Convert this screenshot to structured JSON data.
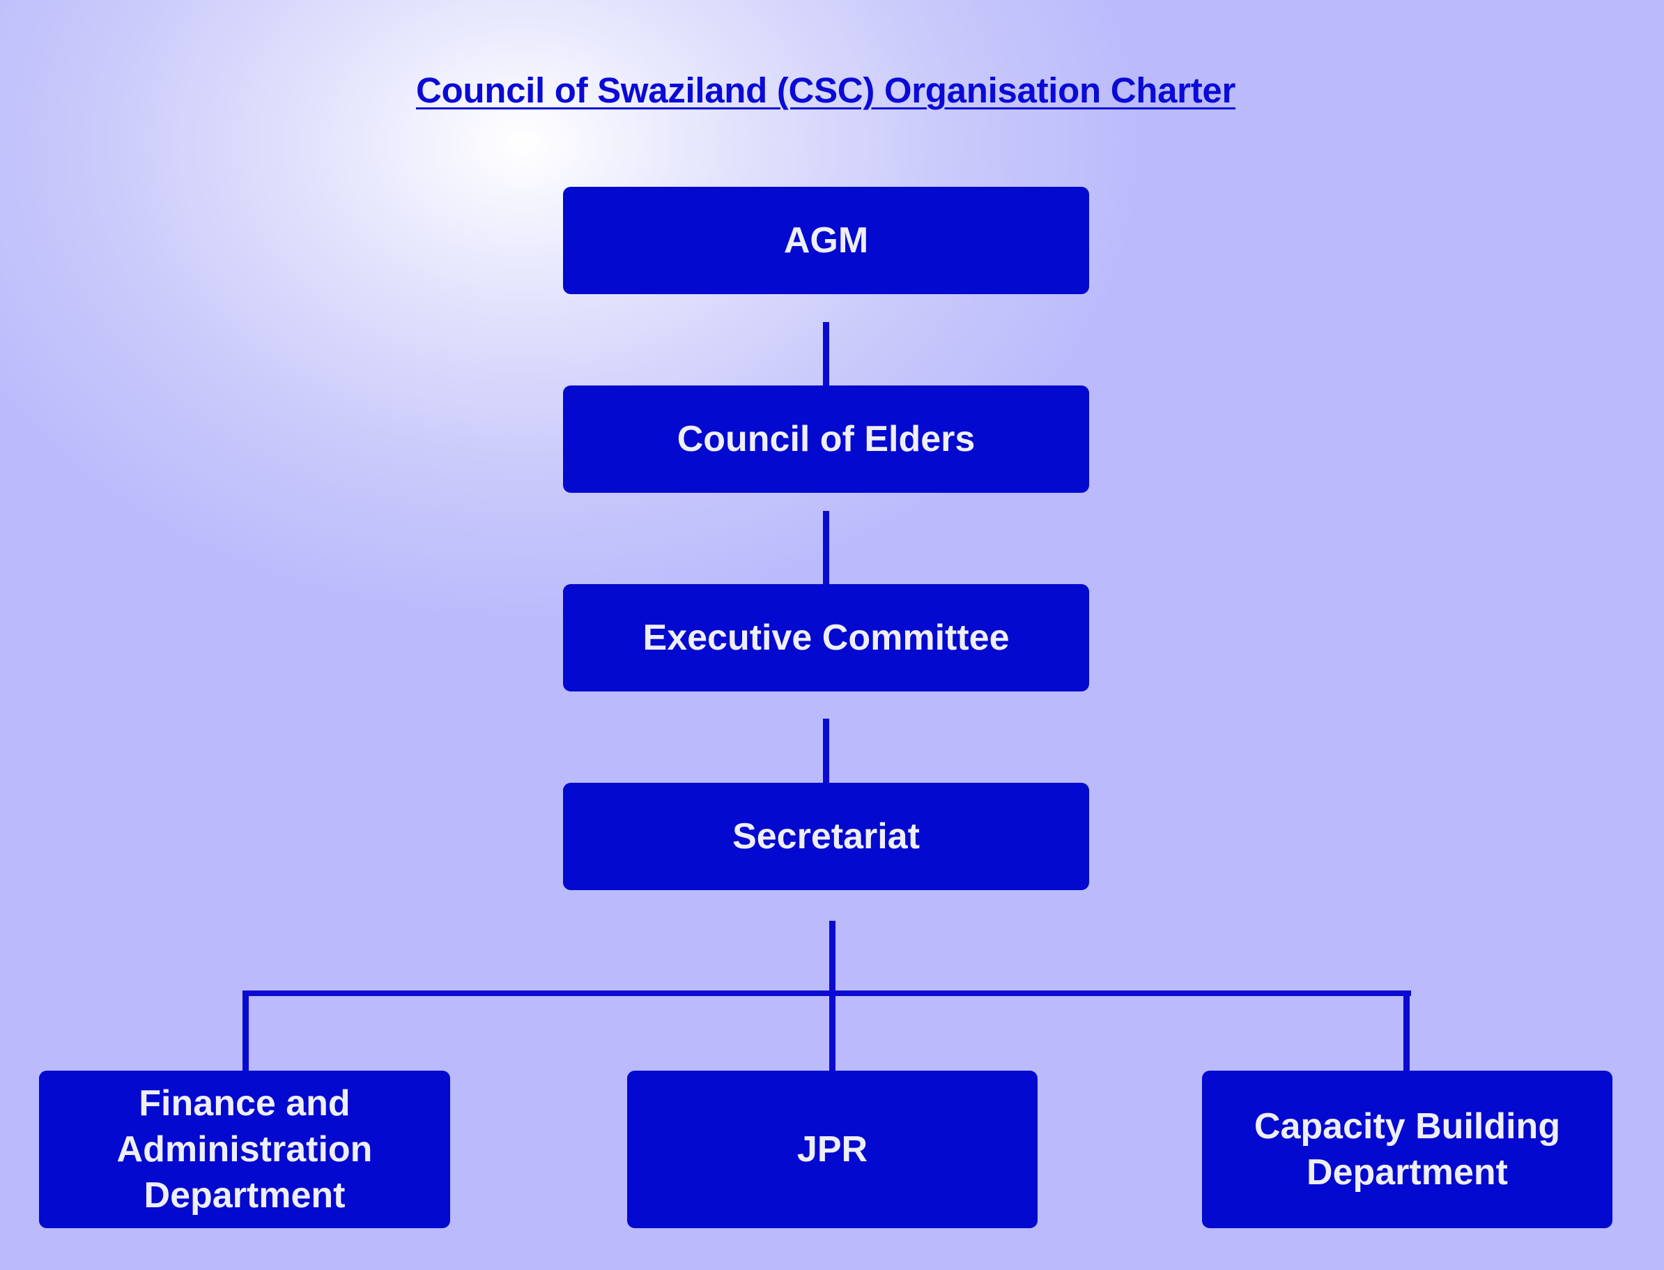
{
  "title": "Council of Swaziland (CSC) Organisation Charter",
  "colors": {
    "box_fill": "#0309cf",
    "box_text": "#eeeef5",
    "title_text": "#0a0ad6",
    "connector": "#0a0ad2",
    "background_light": "#ffffff",
    "background_dark": "#babafc"
  },
  "nodes": {
    "agm": "AGM",
    "council_of_elders": "Council of Elders",
    "executive_committee": "Executive Committee",
    "secretariat": "Secretariat",
    "finance_admin": "Finance and\nAdministration\nDepartment",
    "jpr": "JPR",
    "capacity_building": "Capacity Building\nDepartment"
  },
  "edges": [
    [
      "agm",
      "council_of_elders"
    ],
    [
      "council_of_elders",
      "executive_committee"
    ],
    [
      "executive_committee",
      "secretariat"
    ],
    [
      "secretariat",
      "finance_admin"
    ],
    [
      "secretariat",
      "jpr"
    ],
    [
      "secretariat",
      "capacity_building"
    ]
  ]
}
